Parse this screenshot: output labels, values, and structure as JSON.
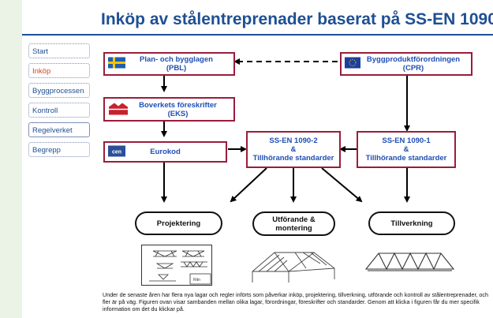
{
  "title": "Inköp av stålentreprenader baserat på SS-EN 1090",
  "nav": [
    {
      "label": "Start"
    },
    {
      "label": "Inköp"
    },
    {
      "label": "Byggprocessen"
    },
    {
      "label": "Kontroll"
    },
    {
      "label": "Regelverket"
    },
    {
      "label": "Begrepp"
    }
  ],
  "boxes": {
    "pbl": {
      "line1": "Plan- och bygglagen",
      "line2": "(PBL)"
    },
    "cpr": {
      "line1": "Byggproduktförordningen",
      "line2": "(CPR)"
    },
    "eks": {
      "line1": "Boverkets föreskrifter",
      "line2": "(EKS)"
    },
    "eurokod": {
      "line1": "Eurokod"
    },
    "en1090_2": {
      "line1": "SS-EN 1090-2",
      "line2": "&",
      "line3": "Tillhörande standarder"
    },
    "en1090_1": {
      "line1": "SS-EN 1090-1",
      "line2": "&",
      "line3": "Tillhörande standarder"
    }
  },
  "icons": {
    "pbl": "swedish-flag-icon",
    "cpr": "eu-flag-icon",
    "eks": "boverket-logo-icon",
    "eurokod": "cen-logo-icon"
  },
  "ovals": {
    "projektering": {
      "line1": "Projektering"
    },
    "utforande": {
      "line1": "Utförande",
      "line2": "& montering"
    },
    "tillverkning": {
      "line1": "Tillverkning"
    }
  },
  "drawing_labels": {
    "stamp": "Ritn"
  },
  "description": "Under de senaste åren har flera nya lagar och regler införts som påverkar inköp, projektering, tillverkning, utförande och kontroll av stålentreprenader, och fler är på väg. Figuren ovan visar sambanden mellan olika lagar, förordningar, föreskrifter och standarder. Genom att klicka i figuren får du mer specifik information om det du klickar på.",
  "colors": {
    "title": "#1e4f93",
    "box_border": "#9a1d3a",
    "box_text": "#1f4fb2",
    "nav_active": "#d04a17",
    "background": "#eaf3e6"
  }
}
